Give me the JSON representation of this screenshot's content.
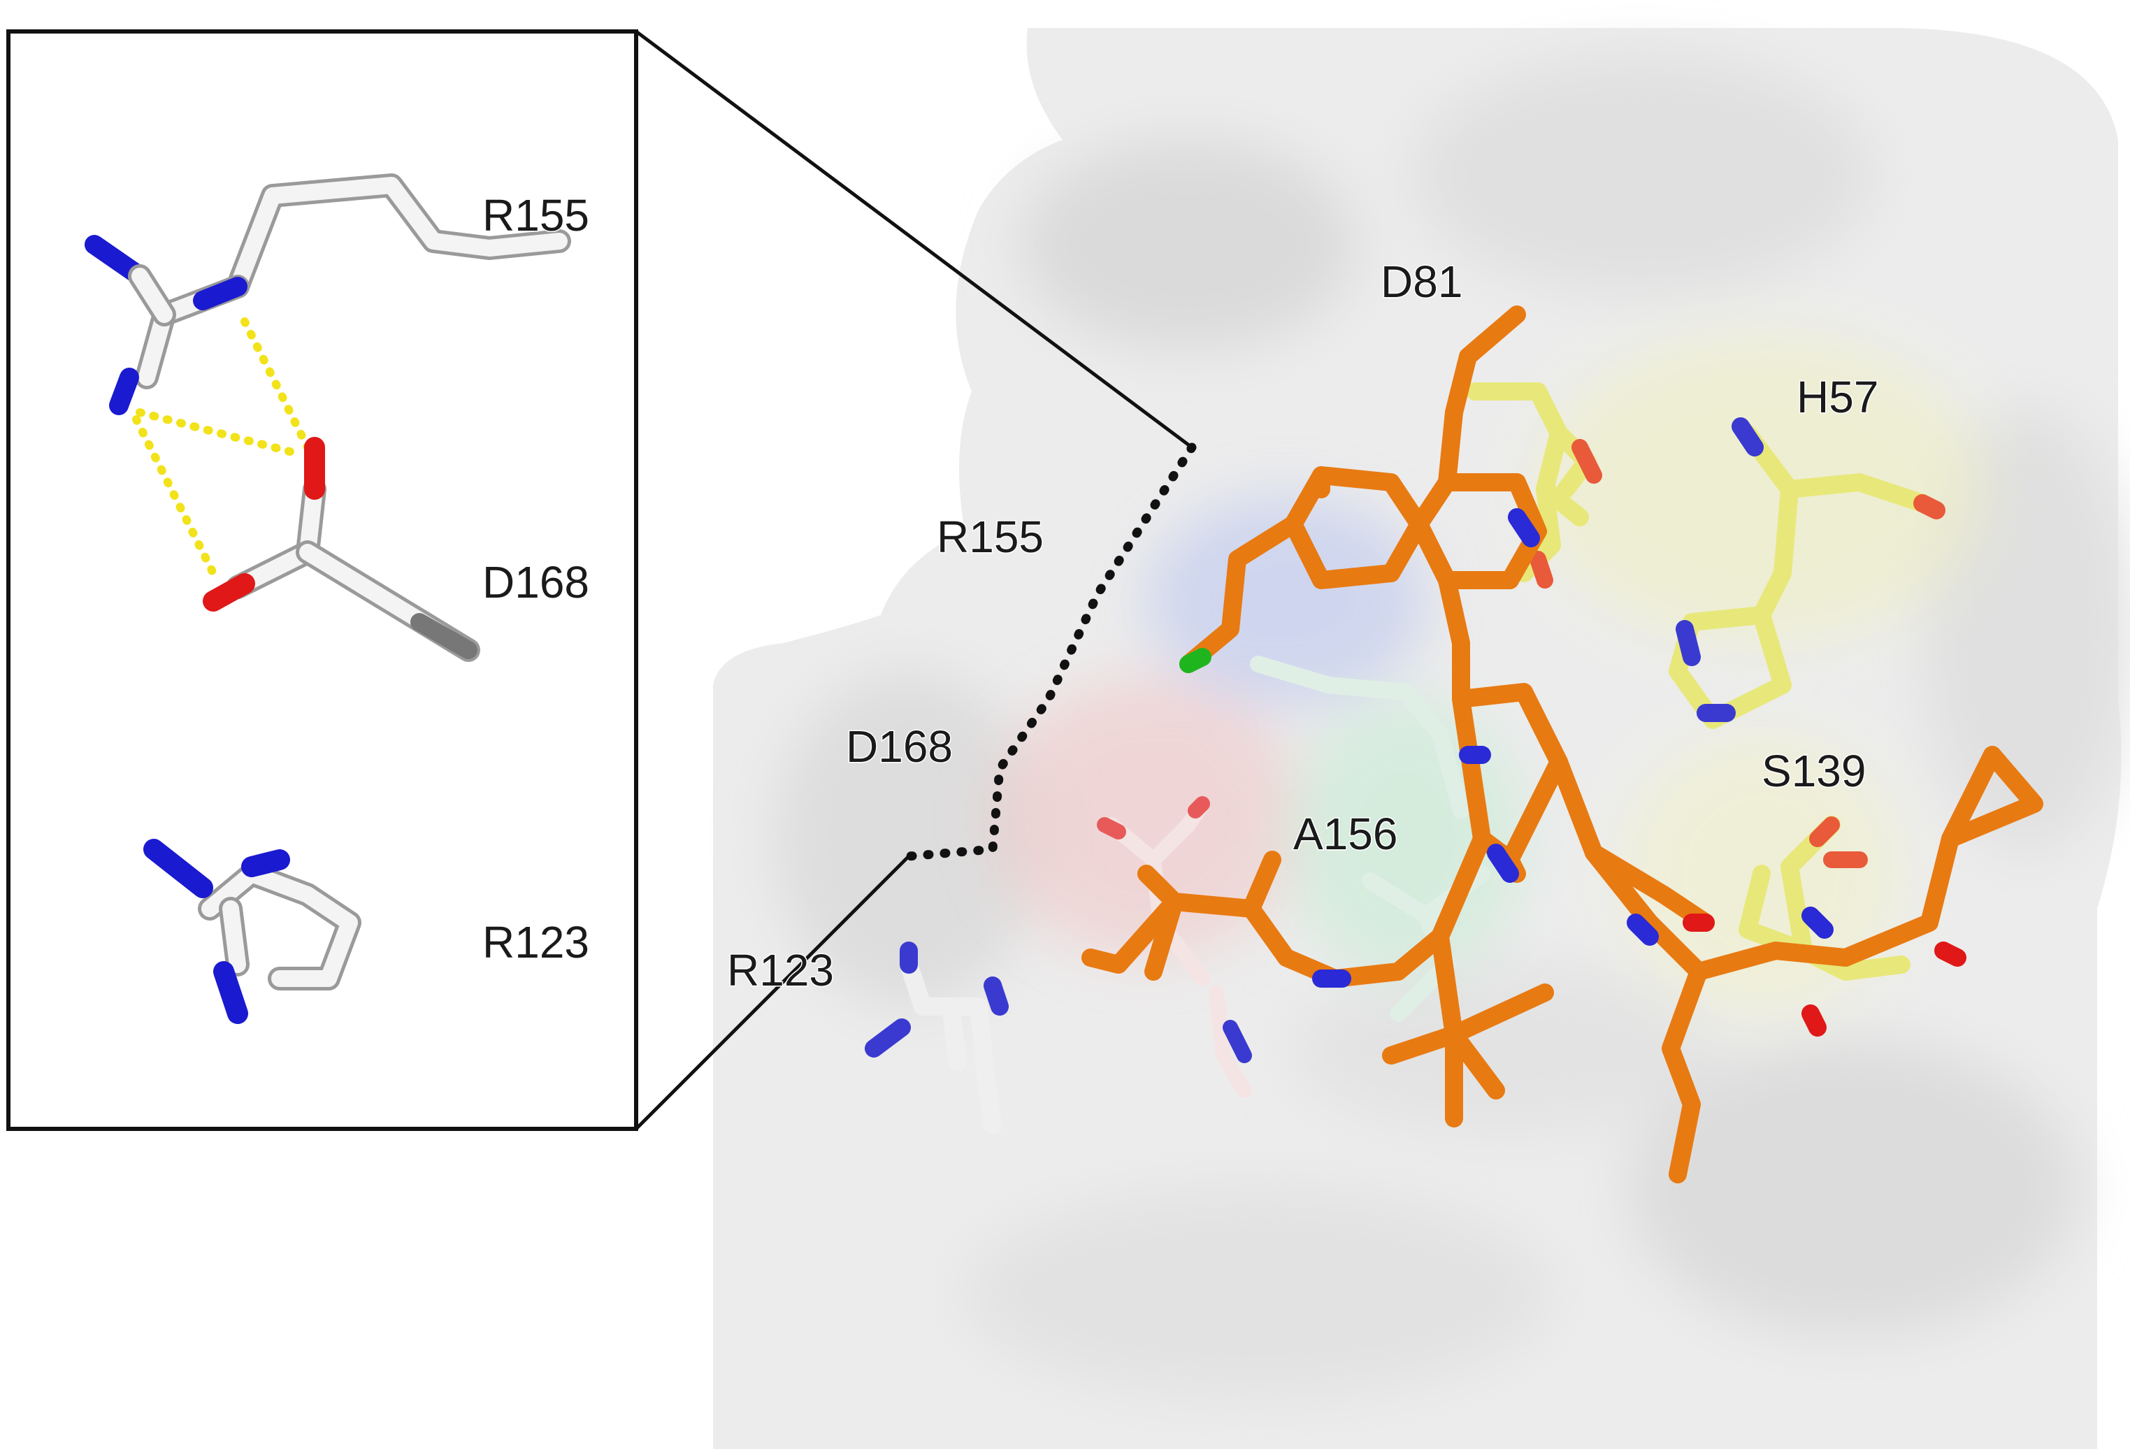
{
  "colors": {
    "ligand": "#e87a12",
    "carbon_white": "#f2f2f2",
    "nitrogen": "#2a2ad6",
    "oxygen": "#e01818",
    "chlorine": "#1fb51f",
    "catalytic_yellow": "#e8e87a",
    "hbond": "#f2e21a",
    "surface": "#e9e9e9"
  },
  "inset": {
    "labels": {
      "r155": "R155",
      "d168": "D168",
      "r123": "R123"
    }
  },
  "main": {
    "labels": {
      "d81": "D81",
      "h57": "H57",
      "r155": "R155",
      "d168": "D168",
      "s139": "S139",
      "a156": "A156",
      "r123": "R123"
    }
  }
}
